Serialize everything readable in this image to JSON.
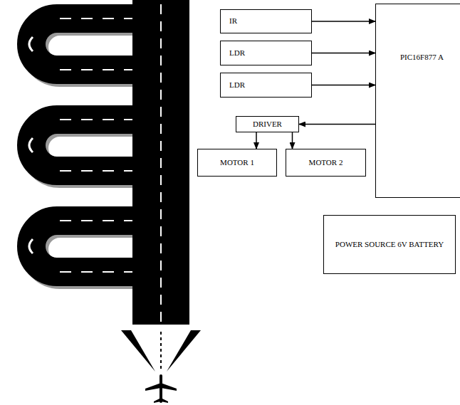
{
  "diagram": {
    "nodes": [
      {
        "text": [
          "IR"
        ]
      },
      {
        "text": [
          "LDR"
        ]
      },
      {
        "text": [
          "LDR"
        ]
      },
      {
        "text": [
          "PIC16F877 A"
        ]
      },
      {
        "text": [
          "DRIVER"
        ]
      },
      {
        "text": [
          "MOTOR 1"
        ]
      },
      {
        "text": [
          "MOTOR 2"
        ]
      },
      {
        "text": [
          "POWER SOURCE 6V BATTERY"
        ]
      }
    ],
    "edges": [
      {
        "from": 0,
        "to": 3,
        "arrow": "to"
      },
      {
        "from": 1,
        "to": 3,
        "arrow": "to"
      },
      {
        "from": 2,
        "to": 3,
        "arrow": "to"
      },
      {
        "from": 3,
        "to": 4,
        "arrow": "to"
      },
      {
        "from": 4,
        "to": 5,
        "arrow": "to"
      },
      {
        "from": 4,
        "to": 6,
        "arrow": "to"
      }
    ]
  }
}
